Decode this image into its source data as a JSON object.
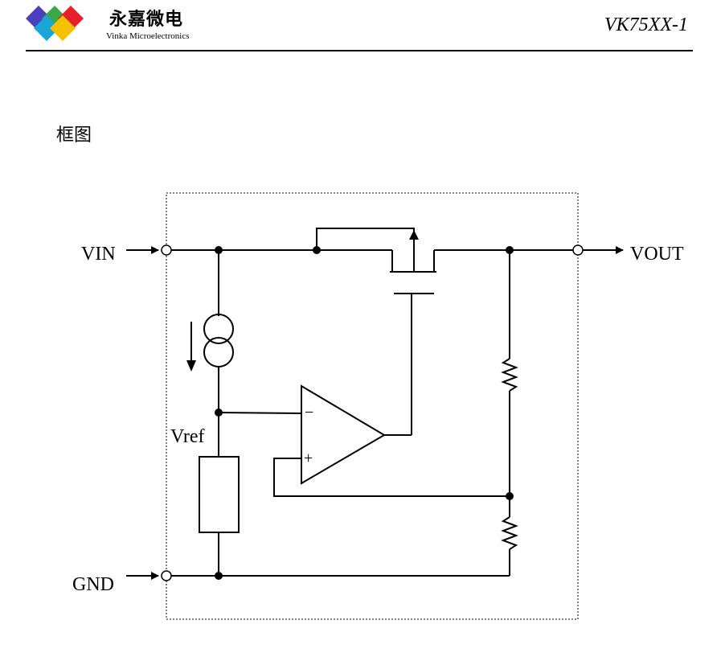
{
  "header": {
    "brand_cn": "永嘉微电",
    "brand_en": "Vinka Microelectronics",
    "doc_code": "VK75XX-1"
  },
  "section": {
    "title": "框图"
  },
  "diagram": {
    "pins": {
      "vin": "VIN",
      "vout": "VOUT",
      "gnd": "GND"
    },
    "labels": {
      "vref": "Vref",
      "opamp_minus": "−",
      "opamp_plus": "+"
    }
  }
}
